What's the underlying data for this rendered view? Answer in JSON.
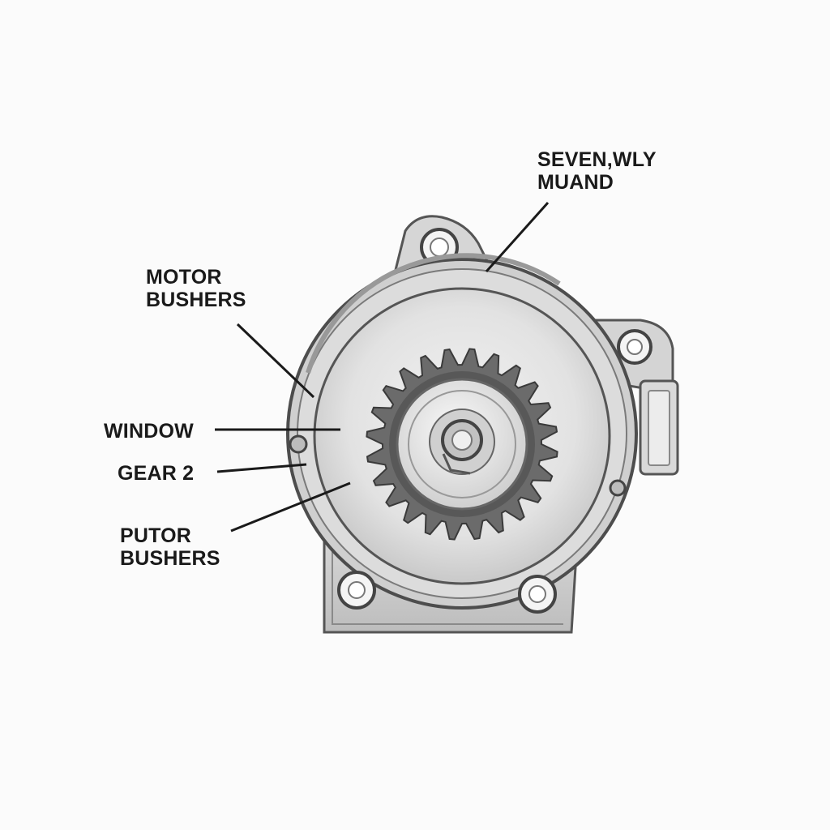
{
  "labels": {
    "seven_wly_muand": [
      "SEVEN,WLY",
      "MUAND"
    ],
    "motor_bushers": [
      "MOTOR",
      "BUSHERS"
    ],
    "window": "WINDOW",
    "gear_2": "GEAR 2",
    "putor_bushers": [
      "PUTOR",
      "BUSHERS"
    ]
  },
  "colors": {
    "background": "#fbfbfb",
    "text": "#1a1a1a",
    "leader_line": "#1a1a1a",
    "housing_metal": "#d2d2d2",
    "housing_edge": "#5a5a5a",
    "gear": "#6b6b6b"
  }
}
